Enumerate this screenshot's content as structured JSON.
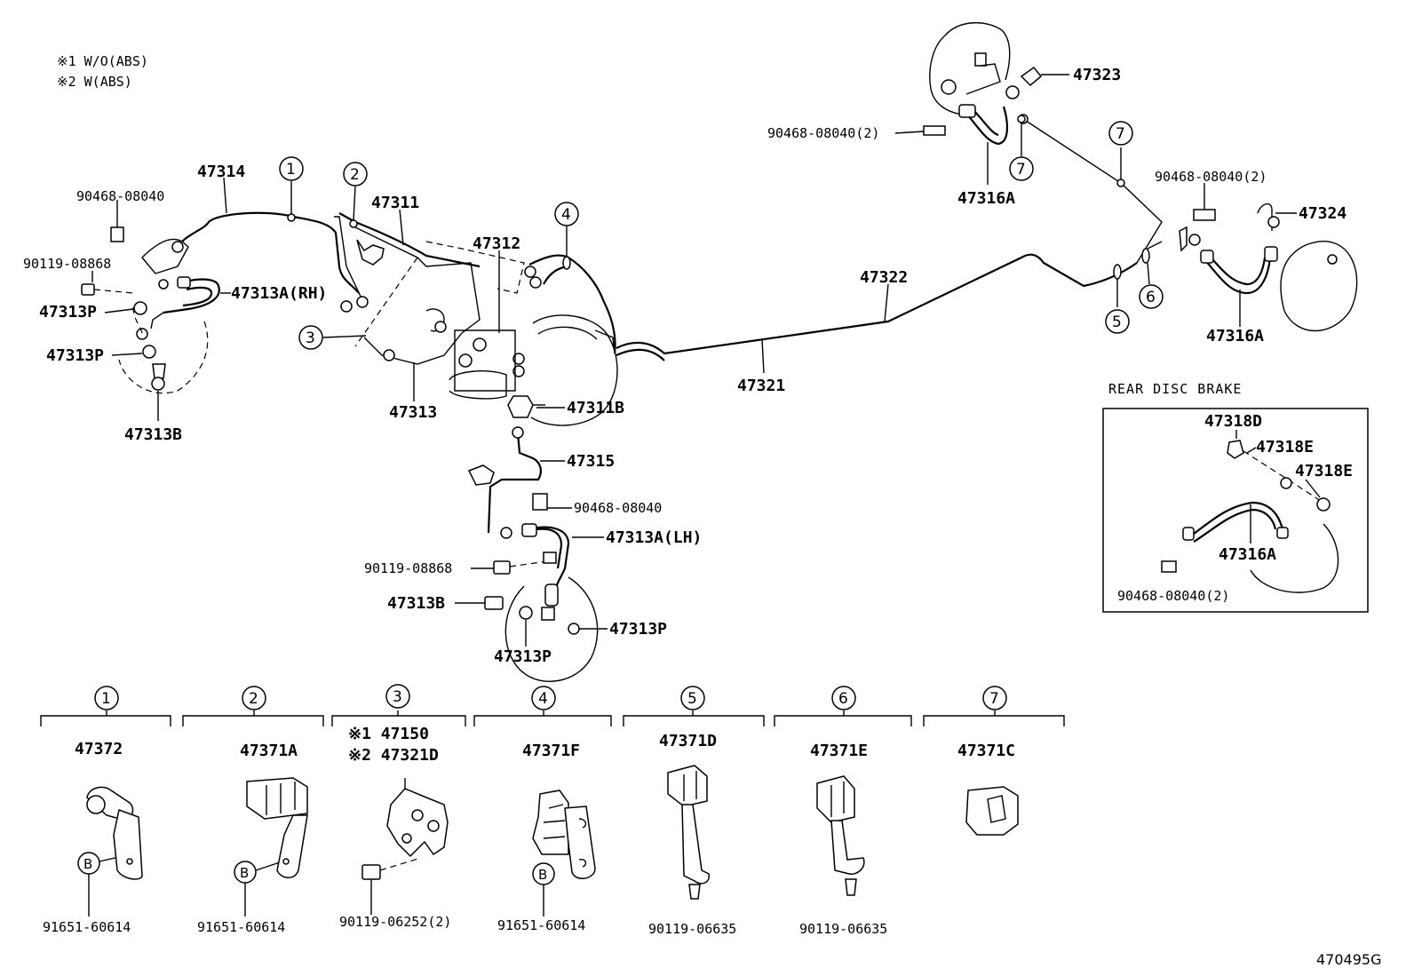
{
  "notes": {
    "n1": "※1 W/O(ABS)",
    "n2": "※2 W(ABS)"
  },
  "callouts": {
    "c1": "1",
    "c2": "2",
    "c3": "3",
    "c4": "4",
    "c5": "5",
    "c6": "6",
    "c7": "7"
  },
  "labels": {
    "p47314": "47314",
    "p47311": "47311",
    "p47312": "47312",
    "p90468_a": "90468-08040",
    "p90119_a": "90119-08868",
    "p47313A_RH": "47313A(RH)",
    "p47313P_a": "47313P",
    "p47313P_b": "47313P",
    "p47313B_a": "47313B",
    "p47313": "47313",
    "p47311B": "47311B",
    "p47315": "47315",
    "p90468_b": "90468-08040",
    "p47313A_LH": "47313A(LH)",
    "p90119_b": "90119-08868",
    "p47313B_b": "47313B",
    "p47313P_c": "47313P",
    "p47313P_d": "47313P",
    "p47322": "47322",
    "p47321": "47321",
    "p47323": "47323",
    "p90468_c": "90468-08040(2)",
    "p47316A_a": "47316A",
    "p90468_d": "90468-08040(2)",
    "p47324": "47324",
    "p47316A_b": "47316A"
  },
  "rear_disc": {
    "title": "REAR DISC BRAKE",
    "p47318D": "47318D",
    "p47318E_a": "47318E",
    "p47318E_b": "47318E",
    "p47316A": "47316A",
    "p90468": "90468-08040(2)"
  },
  "clamps": [
    {
      "num": "1",
      "part": "47372",
      "bolt": "91651-60614",
      "ref": "B"
    },
    {
      "num": "2",
      "part": "47371A",
      "bolt": "91651-60614",
      "ref": "B"
    },
    {
      "num": "3",
      "part1": "※1 47150",
      "part2": "※2 47321D",
      "bolt": "90119-06252(2)"
    },
    {
      "num": "4",
      "part": "47371F",
      "bolt": "91651-60614",
      "ref": "B"
    },
    {
      "num": "5",
      "part": "47371D",
      "bolt": "90119-06635"
    },
    {
      "num": "6",
      "part": "47371E",
      "bolt": "90119-06635"
    },
    {
      "num": "7",
      "part": "47371C"
    }
  ],
  "figure_id": "470495G"
}
